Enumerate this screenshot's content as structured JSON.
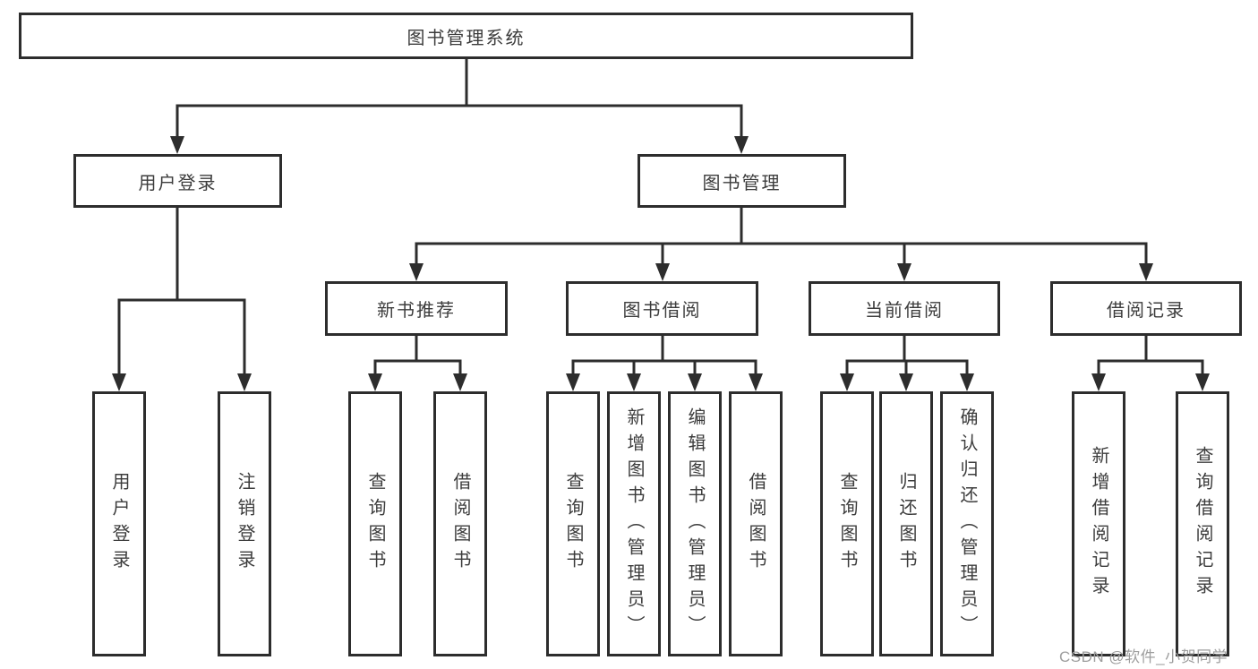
{
  "diagram_type": "hierarchy-tree",
  "tree": {
    "label": "图书管理系统",
    "children": [
      {
        "label": "用户登录",
        "children": [
          {
            "label": "用户登录"
          },
          {
            "label": "注销登录"
          }
        ]
      },
      {
        "label": "图书管理",
        "children": [
          {
            "label": "新书推荐",
            "children": [
              {
                "label": "查询图书"
              },
              {
                "label": "借阅图书"
              }
            ]
          },
          {
            "label": "图书借阅",
            "children": [
              {
                "label": "查询图书"
              },
              {
                "label": "新增图书（管理员）"
              },
              {
                "label": "编辑图书（管理员）"
              },
              {
                "label": "借阅图书"
              }
            ]
          },
          {
            "label": "当前借阅",
            "children": [
              {
                "label": "查询图书"
              },
              {
                "label": "归还图书"
              },
              {
                "label": "确认归还（管理员）"
              }
            ]
          },
          {
            "label": "借阅记录",
            "children": [
              {
                "label": "新增借阅记录"
              },
              {
                "label": "查询借阅记录"
              }
            ]
          }
        ]
      }
    ]
  },
  "watermark": {
    "text": "CSDN @软件_小贺同学",
    "color": "#9e9e9e"
  },
  "colors": {
    "line": "#2d2d2d",
    "box_border": "#2d2d2d",
    "text": "#3c3c3c",
    "background": "#ffffff"
  }
}
